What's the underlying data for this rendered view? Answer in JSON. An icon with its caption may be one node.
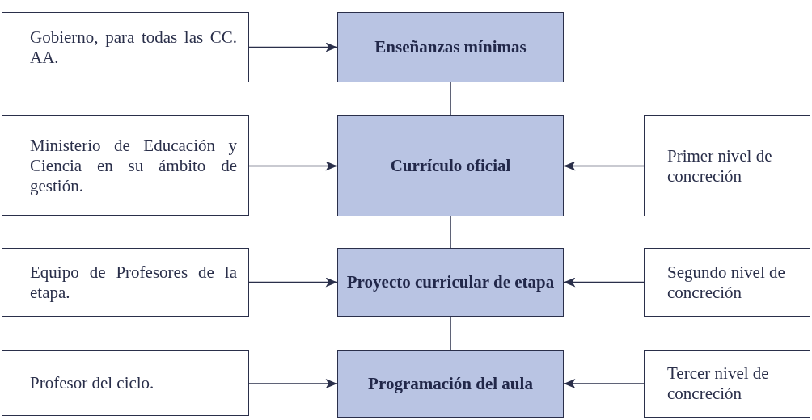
{
  "diagram": {
    "nodes": [
      {
        "text": [
          "Gobierno, para todas las CC. AA."
        ]
      },
      {
        "text": [
          "Enseñanzas mínimas"
        ]
      },
      {
        "text": [
          "Ministerio de Educación y Ciencia en su ámbito de gestión."
        ]
      },
      {
        "text": [
          "Currículo oficial"
        ]
      },
      {
        "text": [
          "Primer nivel de concreción"
        ]
      },
      {
        "text": [
          "Equipo de Profesores de la etapa."
        ]
      },
      {
        "text": [
          "Proyecto curricular de etapa"
        ]
      },
      {
        "text": [
          "Segundo nivel de concreción"
        ]
      },
      {
        "text": [
          "Profesor del ciclo."
        ]
      },
      {
        "text": [
          "Programación del aula"
        ]
      },
      {
        "text": [
          "Tercer nivel de concreción"
        ]
      }
    ],
    "edges": [
      {
        "from": 0,
        "to": 1,
        "arrow": "to"
      },
      {
        "from": 1,
        "to": 3,
        "arrow": "none"
      },
      {
        "from": 2,
        "to": 3,
        "arrow": "to"
      },
      {
        "from": 4,
        "to": 3,
        "arrow": "to"
      },
      {
        "from": 3,
        "to": 6,
        "arrow": "none"
      },
      {
        "from": 5,
        "to": 6,
        "arrow": "to"
      },
      {
        "from": 7,
        "to": 6,
        "arrow": "to"
      },
      {
        "from": 6,
        "to": 9,
        "arrow": "none"
      },
      {
        "from": 8,
        "to": 9,
        "arrow": "to"
      },
      {
        "from": 10,
        "to": 9,
        "arrow": "to"
      }
    ]
  }
}
